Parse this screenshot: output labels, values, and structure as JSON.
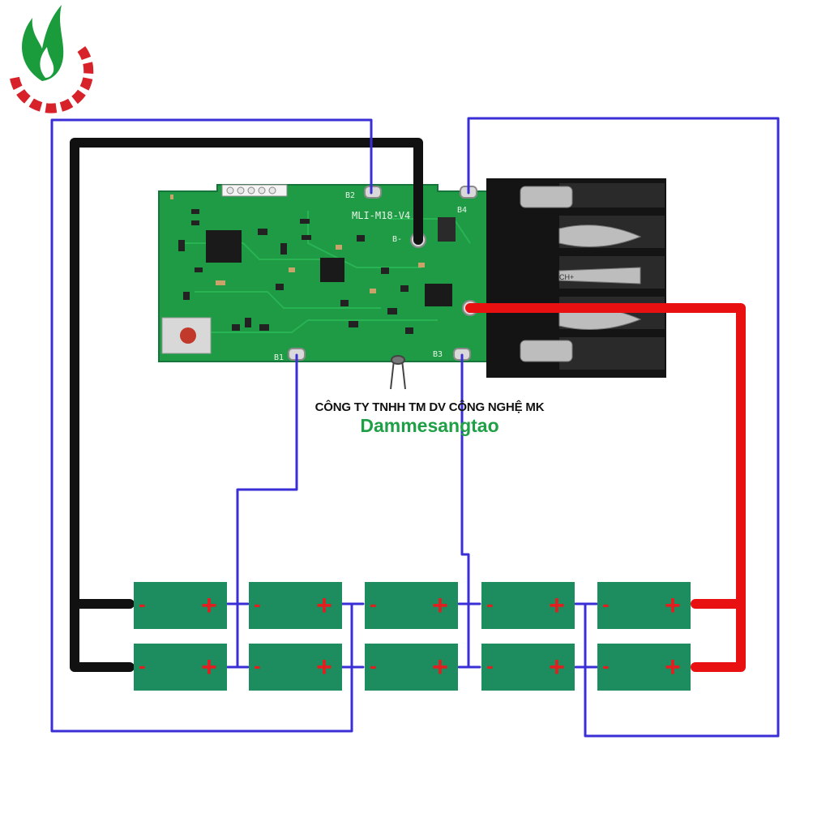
{
  "company_text": "CÔNG TY TNHH TM DV CÔNG NGHỆ MK",
  "brand_text": "Dammesangtao",
  "logo_icon": "flame-gear-logo-icon",
  "board": {
    "model": "MLI-M18-V4",
    "pads": {
      "b1": "B1",
      "b2": "B2",
      "b3": "B3",
      "b4": "B4",
      "b_minus": "B-"
    },
    "connector_mark": "CH+"
  },
  "cell_labels": {
    "negative": "-",
    "positive": "+"
  },
  "colors": {
    "pcb": "#1f9a45",
    "cell": "#1d8c5e",
    "sense_wire": "#3a2fd6",
    "negative_wire": "#111111",
    "positive_wire": "#e81010",
    "terminal": "#e02020",
    "logo_green": "#1a9c3c",
    "logo_red": "#d62228"
  },
  "cells": {
    "top_row_count": 5,
    "bottom_row_count": 5
  }
}
